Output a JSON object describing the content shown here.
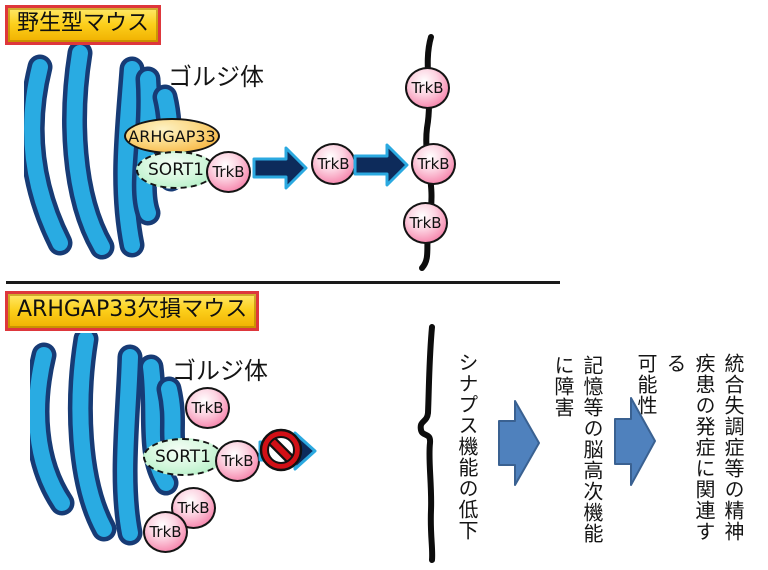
{
  "palette": {
    "text": "#111111",
    "golgi_fill": "#29ABE2",
    "golgi_stroke": "#173B75",
    "membrane_black": "#0d0d0d",
    "arrow_dark": "#0D2B5B",
    "arrow_edge": "#2BA9E0",
    "steel_arrow": "#4F81BD",
    "steel_edge": "#3A6191",
    "trkb_pink": "#F0639B",
    "sort1_green": "#A7ECBD",
    "arhgap_orange": "#F6A727",
    "gold": "#FCCF1B",
    "title_border": "#DE373C",
    "prohibit_red": "#D21016"
  },
  "labels": {
    "golgi": "ゴルジ体",
    "arhgap33": "ARHGAP33",
    "sort1": "SORT1",
    "trkb": "TrkB"
  },
  "wild_type": {
    "title": "野生型マウス"
  },
  "mutant": {
    "title": "ARHGAP33欠損マウス"
  },
  "outcomes": {
    "synapse": "シナプス機能の低下",
    "memory_lines": [
      "記憶等の脳高次機能",
      "に障害"
    ],
    "disease_lines": [
      "統合失調症等の精神",
      "疾患の発症に関連する",
      "可能性"
    ]
  }
}
